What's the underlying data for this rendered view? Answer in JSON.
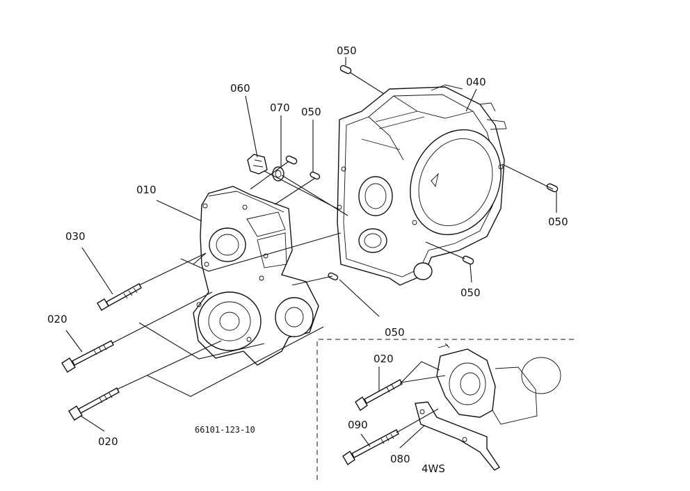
{
  "drawing_ref": "66101-123-10",
  "variant_label": "4WS",
  "callouts": {
    "c050_top": "050",
    "c040": "040",
    "c060": "060",
    "c070": "070",
    "c050_mid": "050",
    "c010": "010",
    "c030": "030",
    "c050_right": "050",
    "c050_lower_right": "050",
    "c050_bottom": "050",
    "c020_left": "020",
    "c020_bottom": "020",
    "c020_inset": "020",
    "c090": "090",
    "c080": "080"
  }
}
